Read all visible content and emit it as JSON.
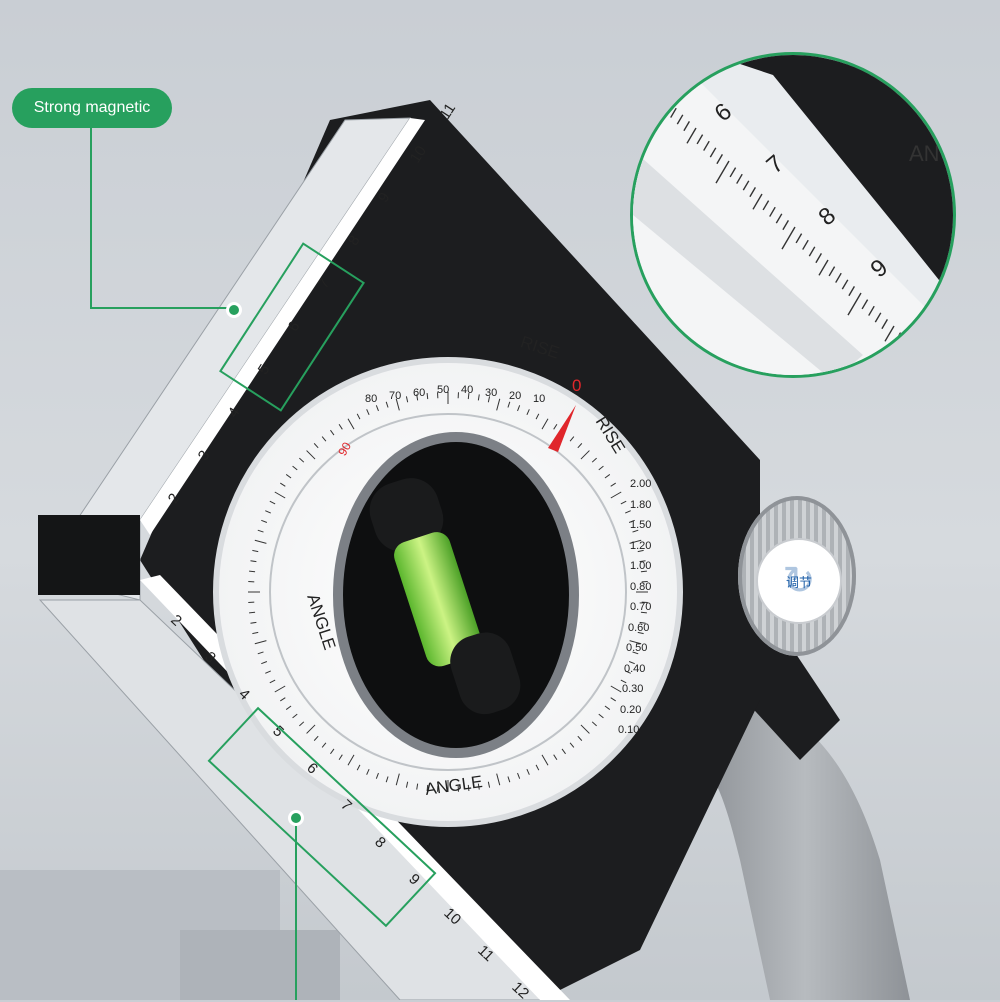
{
  "callout": {
    "label": "Strong magnetic"
  },
  "lens": {
    "ruler_numbers": [
      "6",
      "7",
      "8",
      "9"
    ],
    "partial_label": "AN"
  },
  "dial": {
    "rise_label": "RISE",
    "angle_label": "ANGLE",
    "zero_label": "0",
    "ninety_label": "90",
    "rise_values": [
      "2.00",
      "1.80",
      "1.50",
      "1.20",
      "1.00",
      "0.80",
      "0.70",
      "0.60",
      "0.50",
      "0.40",
      "0.30",
      "0.20",
      "0.10"
    ],
    "angle_values": [
      "10",
      "20",
      "30",
      "40",
      "50",
      "60",
      "70",
      "80"
    ]
  },
  "left_ruler": {
    "numbers": [
      "2",
      "3",
      "4",
      "5",
      "6",
      "7",
      "8",
      "9",
      "10",
      "11"
    ]
  },
  "bottom_ruler": {
    "numbers": [
      "2",
      "3",
      "4",
      "5",
      "6",
      "7",
      "8",
      "9",
      "10",
      "11",
      "12"
    ]
  },
  "knob": {
    "label": "调节"
  },
  "colors": {
    "accent": "#27a05e",
    "body": "#1c1d1f",
    "red": "#e0262b",
    "level": "#9ee85a"
  }
}
